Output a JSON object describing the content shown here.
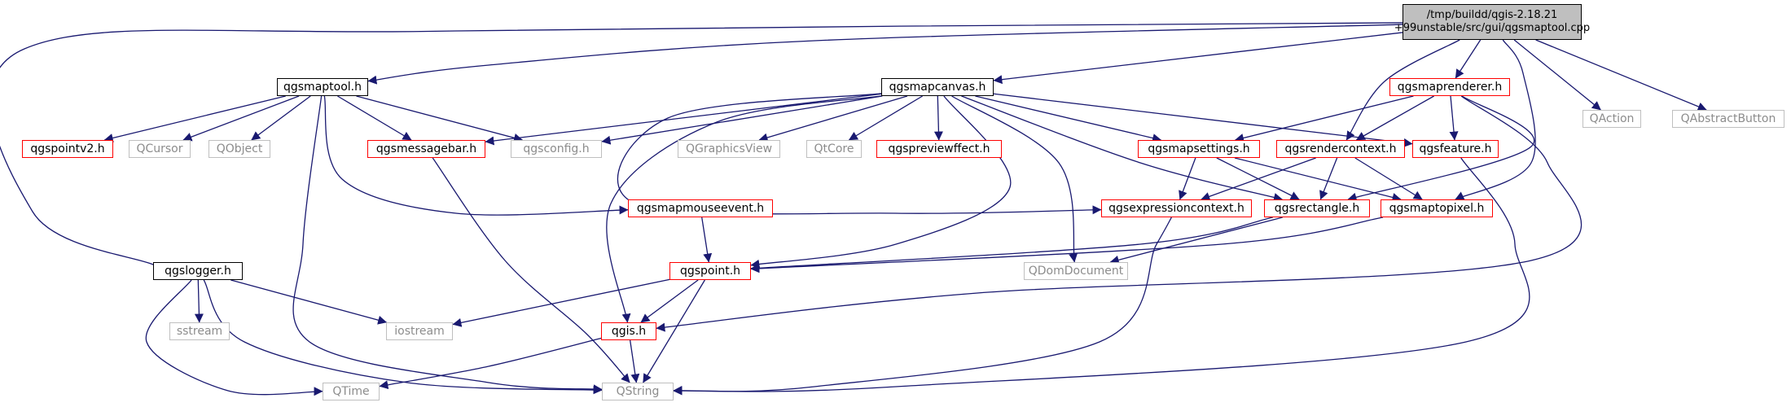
{
  "diagram": {
    "colors": {
      "edge": "#191970",
      "root_fill": "#bfbfbf",
      "linked_border": "#ff0000",
      "main_border": "#000000",
      "external_border": "#bfbfbf",
      "external_text": "#8c8c8c"
    },
    "nodes": [
      {
        "id": "root",
        "label": [
          "/tmp/buildd/qgis-2.18.21",
          "+99unstable/src/gui/qgsmaptool.cpp"
        ],
        "kind": "root"
      },
      {
        "id": "qgsmaptool_h",
        "label": [
          "qgsmaptool.h"
        ],
        "kind": "main"
      },
      {
        "id": "qgsmapcanvas_h",
        "label": [
          "qgsmapcanvas.h"
        ],
        "kind": "main"
      },
      {
        "id": "qgsmaprenderer_h",
        "label": [
          "qgsmaprenderer.h"
        ],
        "kind": "linked"
      },
      {
        "id": "QAction",
        "label": [
          "QAction"
        ],
        "kind": "external"
      },
      {
        "id": "QAbstractButton",
        "label": [
          "QAbstractButton"
        ],
        "kind": "external"
      },
      {
        "id": "qgspointv2_h",
        "label": [
          "qgspointv2.h"
        ],
        "kind": "linked"
      },
      {
        "id": "QCursor",
        "label": [
          "QCursor"
        ],
        "kind": "external"
      },
      {
        "id": "QObject",
        "label": [
          "QObject"
        ],
        "kind": "external"
      },
      {
        "id": "qgsmessagebar_h",
        "label": [
          "qgsmessagebar.h"
        ],
        "kind": "linked"
      },
      {
        "id": "qgsconfig_h",
        "label": [
          "qgsconfig.h"
        ],
        "kind": "external"
      },
      {
        "id": "QGraphicsView",
        "label": [
          "QGraphicsView"
        ],
        "kind": "external"
      },
      {
        "id": "QtCore",
        "label": [
          "QtCore"
        ],
        "kind": "external"
      },
      {
        "id": "qgspreviewffect_h",
        "label": [
          "qgspreviewffect.h"
        ],
        "kind": "linked"
      },
      {
        "id": "qgsmapsettings_h",
        "label": [
          "qgsmapsettings.h"
        ],
        "kind": "linked"
      },
      {
        "id": "qgsrendercontext_h",
        "label": [
          "qgsrendercontext.h"
        ],
        "kind": "linked"
      },
      {
        "id": "qgsfeature_h",
        "label": [
          "qgsfeature.h"
        ],
        "kind": "linked"
      },
      {
        "id": "qgsmapmouseevent_h",
        "label": [
          "qgsmapmouseevent.h"
        ],
        "kind": "linked"
      },
      {
        "id": "qgsexpressioncontext_h",
        "label": [
          "qgsexpressioncontext.h"
        ],
        "kind": "linked"
      },
      {
        "id": "qgsrectangle_h",
        "label": [
          "qgsrectangle.h"
        ],
        "kind": "linked"
      },
      {
        "id": "qgsmaptopixel_h",
        "label": [
          "qgsmaptopixel.h"
        ],
        "kind": "linked"
      },
      {
        "id": "qgslogger_h",
        "label": [
          "qgslogger.h"
        ],
        "kind": "main"
      },
      {
        "id": "qgspoint_h",
        "label": [
          "qgspoint.h"
        ],
        "kind": "linked"
      },
      {
        "id": "QDomDocument",
        "label": [
          "QDomDocument"
        ],
        "kind": "external"
      },
      {
        "id": "sstream",
        "label": [
          "sstream"
        ],
        "kind": "external"
      },
      {
        "id": "iostream",
        "label": [
          "iostream"
        ],
        "kind": "external"
      },
      {
        "id": "qgis_h",
        "label": [
          "qgis.h"
        ],
        "kind": "linked"
      },
      {
        "id": "QTime",
        "label": [
          "QTime"
        ],
        "kind": "external"
      },
      {
        "id": "QString",
        "label": [
          "QString"
        ],
        "kind": "external"
      }
    ],
    "edges": [
      {
        "from": "root",
        "to": "qgsmaptool_h"
      },
      {
        "from": "root",
        "to": "qgsmapcanvas_h"
      },
      {
        "from": "root",
        "to": "qgsmaprenderer_h"
      },
      {
        "from": "root",
        "to": "QAction"
      },
      {
        "from": "root",
        "to": "QAbstractButton"
      },
      {
        "from": "root",
        "to": "qgslogger_h"
      },
      {
        "from": "root",
        "to": "qgsrendercontext_h"
      },
      {
        "from": "root",
        "to": "qgsmaptopixel_h"
      },
      {
        "from": "qgsmaptool_h",
        "to": "qgspointv2_h"
      },
      {
        "from": "qgsmaptool_h",
        "to": "QCursor"
      },
      {
        "from": "qgsmaptool_h",
        "to": "QObject"
      },
      {
        "from": "qgsmaptool_h",
        "to": "qgsmessagebar_h"
      },
      {
        "from": "qgsmaptool_h",
        "to": "qgsconfig_h"
      },
      {
        "from": "qgsmaptool_h",
        "to": "qgsmapmouseevent_h"
      },
      {
        "from": "qgsmaptool_h",
        "to": "QString"
      },
      {
        "from": "qgsmapcanvas_h",
        "to": "qgsmessagebar_h"
      },
      {
        "from": "qgsmapcanvas_h",
        "to": "qgsconfig_h"
      },
      {
        "from": "qgsmapcanvas_h",
        "to": "QGraphicsView"
      },
      {
        "from": "qgsmapcanvas_h",
        "to": "QtCore"
      },
      {
        "from": "qgsmapcanvas_h",
        "to": "qgspreviewffect_h"
      },
      {
        "from": "qgsmapcanvas_h",
        "to": "qgsmapsettings_h"
      },
      {
        "from": "qgsmapcanvas_h",
        "to": "qgsfeature_h"
      },
      {
        "from": "qgsmapcanvas_h",
        "to": "qgsexpressioncontext_h"
      },
      {
        "from": "qgsmapcanvas_h",
        "to": "qgsrectangle_h"
      },
      {
        "from": "qgsmapcanvas_h",
        "to": "qgspoint_h"
      },
      {
        "from": "qgsmapcanvas_h",
        "to": "QDomDocument"
      },
      {
        "from": "qgsmapcanvas_h",
        "to": "qgis_h"
      },
      {
        "from": "qgsmaprenderer_h",
        "to": "qgsmapsettings_h"
      },
      {
        "from": "qgsmaprenderer_h",
        "to": "qgsrendercontext_h"
      },
      {
        "from": "qgsmaprenderer_h",
        "to": "qgsfeature_h"
      },
      {
        "from": "qgsmaprenderer_h",
        "to": "qgsrectangle_h"
      },
      {
        "from": "qgsmaprenderer_h",
        "to": "qgis_h"
      },
      {
        "from": "qgsmapsettings_h",
        "to": "qgsexpressioncontext_h"
      },
      {
        "from": "qgsmapsettings_h",
        "to": "qgsrectangle_h"
      },
      {
        "from": "qgsmapsettings_h",
        "to": "qgsmaptopixel_h"
      },
      {
        "from": "qgsrendercontext_h",
        "to": "qgsexpressioncontext_h"
      },
      {
        "from": "qgsrendercontext_h",
        "to": "qgsrectangle_h"
      },
      {
        "from": "qgsrendercontext_h",
        "to": "qgsmaptopixel_h"
      },
      {
        "from": "qgsfeature_h",
        "to": "QString"
      },
      {
        "from": "qgsmessagebar_h",
        "to": "QString"
      },
      {
        "from": "qgsmapmouseevent_h",
        "to": "qgspoint_h"
      },
      {
        "from": "qgsexpressioncontext_h",
        "to": "QString"
      },
      {
        "from": "qgsrectangle_h",
        "to": "qgspoint_h"
      },
      {
        "from": "qgsrectangle_h",
        "to": "QDomDocument"
      },
      {
        "from": "qgsmaptopixel_h",
        "to": "qgspoint_h"
      },
      {
        "from": "qgspoint_h",
        "to": "iostream"
      },
      {
        "from": "qgspoint_h",
        "to": "qgis_h"
      },
      {
        "from": "qgspoint_h",
        "to": "QString"
      },
      {
        "from": "qgslogger_h",
        "to": "sstream"
      },
      {
        "from": "qgslogger_h",
        "to": "iostream"
      },
      {
        "from": "qgslogger_h",
        "to": "QTime"
      },
      {
        "from": "qgslogger_h",
        "to": "QString"
      },
      {
        "from": "qgis_h",
        "to": "QTime"
      },
      {
        "from": "qgis_h",
        "to": "QString"
      }
    ]
  }
}
